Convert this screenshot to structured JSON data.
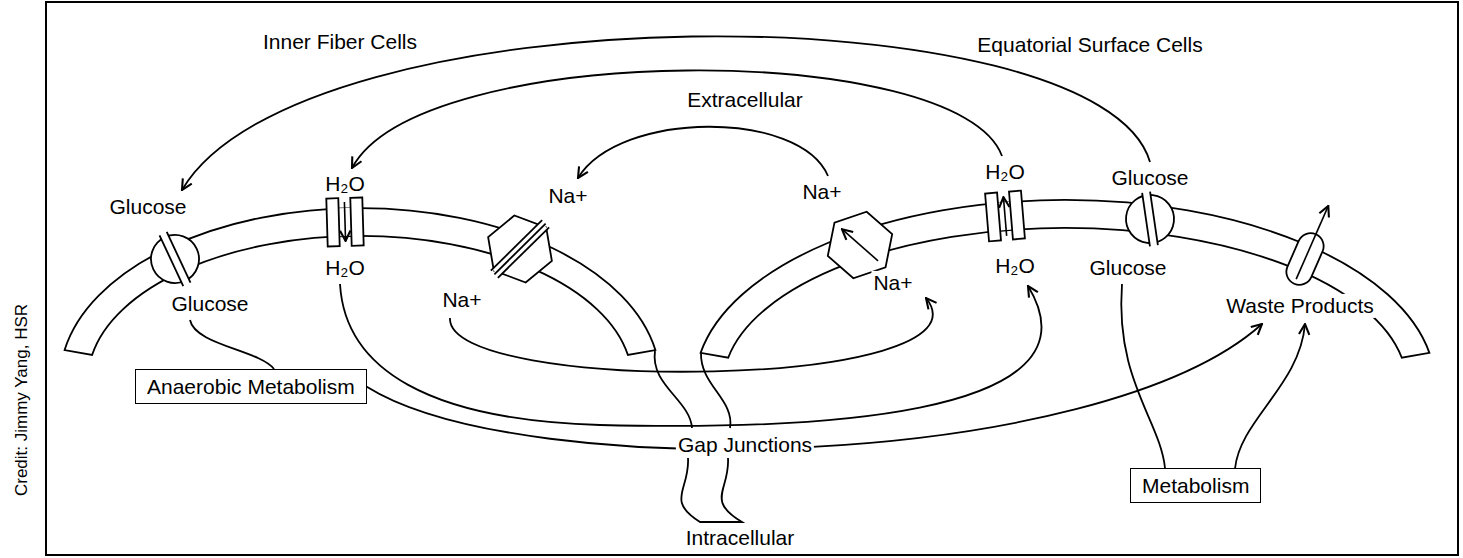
{
  "diagram": {
    "nodes": [
      {
        "text": [
          "Anaerobic Metabolism"
        ]
      },
      {
        "text": [
          "Metabolism"
        ]
      }
    ],
    "labels": [
      "Inner Fiber Cells",
      "Equatorial Surface Cells",
      "Extracellular",
      "Glucose",
      "Glucose",
      "H₂O",
      "H₂O",
      "Na+",
      "Na+",
      "Na+",
      "Na+",
      "H₂O",
      "H₂O",
      "Glucose",
      "Glucose",
      "Waste Products",
      "Gap Junctions",
      "Intracellular",
      "Credit: Jimmy Yang, HSR"
    ]
  }
}
